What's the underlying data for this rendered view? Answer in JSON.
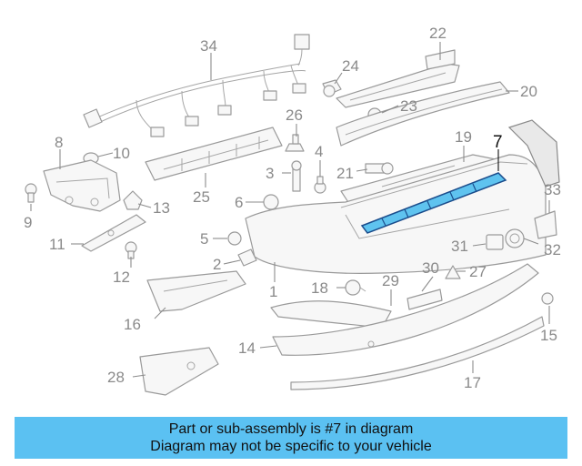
{
  "diagram": {
    "callouts": [
      "1",
      "2",
      "3",
      "4",
      "5",
      "6",
      "7",
      "8",
      "9",
      "10",
      "11",
      "12",
      "13",
      "14",
      "15",
      "16",
      "17",
      "18",
      "19",
      "20",
      "21",
      "22",
      "23",
      "24",
      "25",
      "26",
      "27",
      "28",
      "29",
      "30",
      "31",
      "32",
      "33",
      "34"
    ],
    "highlighted_part": "7",
    "highlight_color": "#5fc3ef",
    "line_color": "#9a9a9a"
  },
  "banner": {
    "line1": "Part or sub-assembly is #7 in diagram",
    "line2": "Diagram may not be specific to your vehicle",
    "background": "#5bc1f2"
  }
}
